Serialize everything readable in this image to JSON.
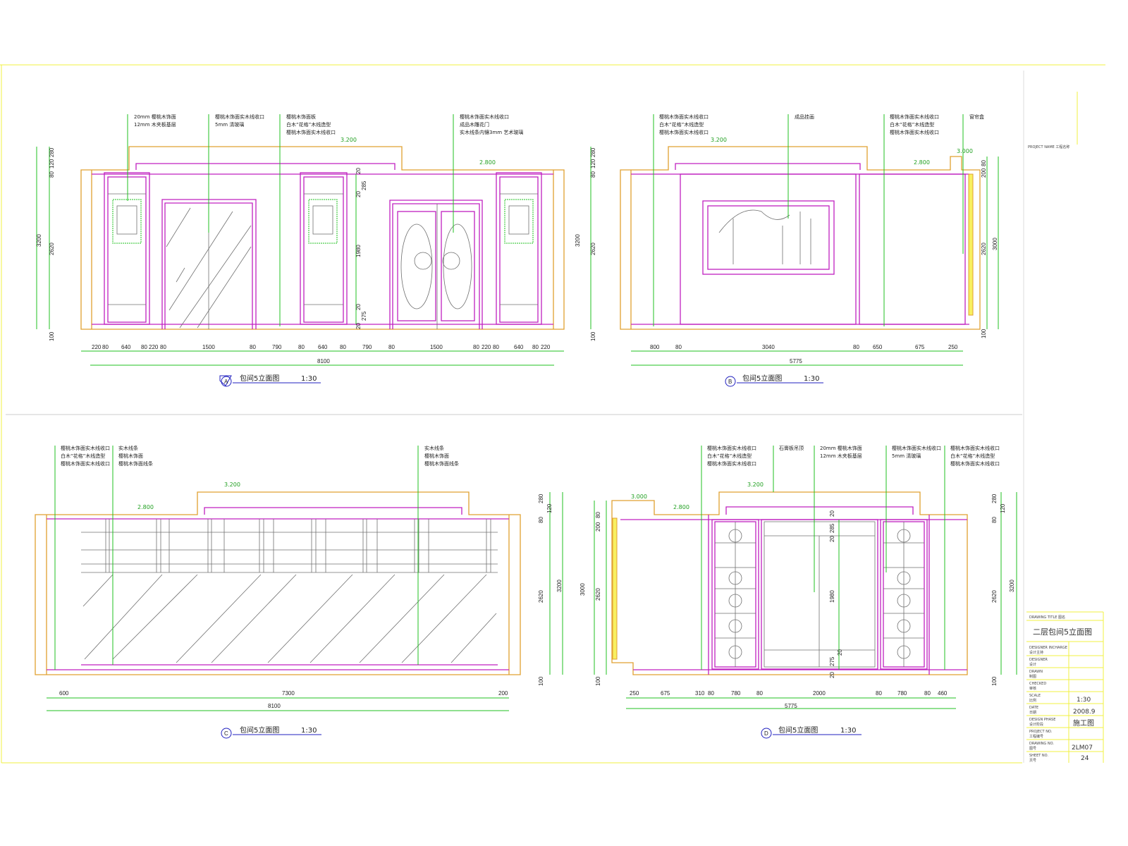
{
  "colors": {
    "wall": "#e0a030",
    "panel": "#c020c0",
    "dimension": "#20c020",
    "frame": "#f0f040"
  },
  "views": {
    "A": {
      "letter": "A",
      "title": "包间5立面图",
      "scale": "1:30",
      "notes": [
        "20mm 樱桃木饰面",
        "12mm 木夹板基层",
        "樱桃木饰面实木线收口",
        "5mm 清玻璃",
        "樱桃木饰面板",
        "白木“花格”木线造型",
        "樱桃木饰面实木线收口",
        "樱桃木饰面实木线收口",
        "成品木雕花门",
        "实木线条内镶3mm 艺术玻璃"
      ],
      "levels": [
        "3.200",
        "2.800"
      ],
      "dims_bottom": [
        "220",
        "80",
        "640",
        "80",
        "220",
        "80",
        "1500",
        "80",
        "790",
        "80",
        "640",
        "80",
        "790",
        "80",
        "1500",
        "80",
        "220",
        "80",
        "640",
        "80",
        "220"
      ],
      "total": "8100",
      "dims_left": [
        "280",
        "120",
        "80",
        "3200",
        "2620",
        "100"
      ],
      "dims_inner": [
        "20",
        "285",
        "20",
        "1980",
        "20",
        "275",
        "20"
      ]
    },
    "B": {
      "letter": "B",
      "title": "包间5立面图",
      "scale": "1:30",
      "notes": [
        "樱桃木饰面实木线收口",
        "白木“花格”木线造型",
        "樱桃木饰面实木线收口",
        "成品挂画",
        "樱桃木饰面实木线收口",
        "白木“花格”木线造型",
        "樱桃木饰面实木线收口",
        "窗帘盒"
      ],
      "levels": [
        "3.200",
        "2.800",
        "3.000"
      ],
      "dims_bottom": [
        "800",
        "80",
        "3040",
        "80",
        "650",
        "675",
        "250"
      ],
      "total": "5775",
      "dims_left": [
        "280",
        "120",
        "80",
        "3200",
        "2620",
        "100"
      ],
      "dims_right": [
        "80",
        "200",
        "2620",
        "3000",
        "100"
      ]
    },
    "C": {
      "letter": "C",
      "title": "包间5立面图",
      "scale": "1:30",
      "notes": [
        "樱桃木饰面实木线收口",
        "白木“花格”木线造型",
        "樱桃木饰面实木线收口",
        "实木线条",
        "樱桃木饰面",
        "樱桃木饰面线条",
        "实木线条",
        "樱桃木饰面",
        "樱桃木饰面线条"
      ],
      "levels": [
        "3.200",
        "2.800"
      ],
      "dims_bottom": [
        "600",
        "7300",
        "200"
      ],
      "total": "8100",
      "dims_right": [
        "280",
        "120",
        "80",
        "2620",
        "3200",
        "100"
      ]
    },
    "D": {
      "letter": "D",
      "title": "包间5立面图",
      "scale": "1:30",
      "notes": [
        "樱桃木饰面实木线收口",
        "白木“花格”木线造型",
        "樱桃木饰面实木线收口",
        "石膏板吊顶",
        "20mm 樱桃木饰面",
        "12mm 木夹板基层",
        "樱桃木饰面实木线收口",
        "5mm 清玻璃",
        "樱桃木饰面实木线收口",
        "白木“花格”木线造型",
        "樱桃木饰面实木线收口"
      ],
      "levels": [
        "3.000",
        "2.800",
        "3.200"
      ],
      "dims_bottom": [
        "250",
        "675",
        "310",
        "80",
        "780",
        "80",
        "2000",
        "80",
        "780",
        "80",
        "460"
      ],
      "total": "5775",
      "dims_left": [
        "80",
        "200",
        "3000",
        "2620",
        "100"
      ],
      "dims_right": [
        "280",
        "120",
        "80",
        "2620",
        "3200",
        "100"
      ],
      "dims_inner": [
        "20",
        "285",
        "20",
        "1980",
        "20",
        "275",
        "20"
      ]
    }
  },
  "title_block": {
    "top": "PROJECT NAME  工程名称",
    "header": "DRAWING TITLE  图名",
    "drawing_title": "二层包间5立面图",
    "rows": [
      {
        "label": "DESIGNER INCHARGE",
        "label_cn": "设计主持",
        "value": ""
      },
      {
        "label": "DESIGNER",
        "label_cn": "设计",
        "value": ""
      },
      {
        "label": "DRAWN",
        "label_cn": "制图",
        "value": ""
      },
      {
        "label": "CHECKED",
        "label_cn": "审核",
        "value": ""
      },
      {
        "label": "SCALE",
        "label_cn": "比例",
        "value": "1:30"
      },
      {
        "label": "DATE",
        "label_cn": "日期",
        "value": "2008.9"
      },
      {
        "label": "DESIGN PHASE",
        "label_cn": "设计阶段",
        "value": "施工图"
      },
      {
        "label": "PROJECT NO.",
        "label_cn": "工程编号",
        "value": ""
      },
      {
        "label": "DRAWING NO.",
        "label_cn": "图号",
        "value": "2LM07"
      },
      {
        "label": "SHEET NO.",
        "label_cn": "页号",
        "value": "24"
      }
    ]
  }
}
